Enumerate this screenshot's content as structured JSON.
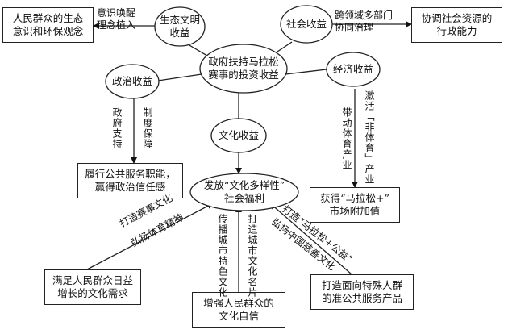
{
  "center": "政府扶持马拉松\n赛事的投资收益",
  "benefits": {
    "eco": "生态文明\n收益",
    "social": "社会收益",
    "political": "政治收益",
    "economic": "经济收益",
    "cultural": "文化收益"
  },
  "outcomes": {
    "eco_result": "人民群众的生态\n意识和环保观念",
    "social_result": "协调社会资源的\n行政能力",
    "political_result": "履行公共服务职能，\n赢得政治信任感",
    "economic_result": "获得“马拉松+”\n市场附加值",
    "cultural_result": "发放“文化多样性”\n社会福利",
    "sports_demand": "满足人民群众日益\n增长的文化需求",
    "confidence": "增强人民群众的\n文化自信",
    "special_groups": "打造面向特殊人群\n的准公共服务产品"
  },
  "edge_labels": {
    "eco": "意识唤醒\n理念植入",
    "social": "跨领域多部门\n协同治理",
    "political_support": "政府支持",
    "political_guarantee": "制度保障",
    "economic_activate": "激活「非体育」产业",
    "economic_drive": "带动体育产业",
    "event_culture": "打造赛事文化",
    "sport_spirit": "弘扬体育精神",
    "spread_culture": "传播城市特色文化",
    "city_card": "打造城市文化名片",
    "marathon_charity": "打造“马拉松+公益”",
    "charity_culture": "弘扬中国慈善文化"
  }
}
